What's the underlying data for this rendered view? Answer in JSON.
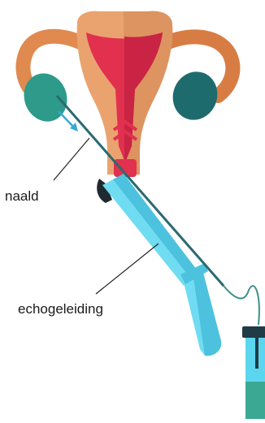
{
  "labels": {
    "needle": "naald",
    "guide": "echogeleiding"
  },
  "colors": {
    "uterus_outer": "#e8a06d",
    "uterus_outer_dark": "#d98e5c",
    "uterus_inner": "#e2304f",
    "uterus_inner_dark": "#c92443",
    "tube": "#e08a50",
    "ovary_left": "#2e9a8a",
    "ovary_right": "#1e6b6e",
    "needle": "#2a6a72",
    "arrow": "#3aa7d6",
    "probe": "#6fdcf2",
    "probe_dark": "#4cc2de",
    "syringe_body": "#5cd6ee",
    "syringe_liquid": "#3aa892",
    "syringe_cap": "#1f3b45",
    "tubing": "#3e8f8c",
    "leader": "#222222"
  },
  "icons": {
    "uterus": "uterus-illustration",
    "ovary": "ovary-icon",
    "probe": "ultrasound-probe-icon",
    "syringe": "collection-tube-icon"
  }
}
